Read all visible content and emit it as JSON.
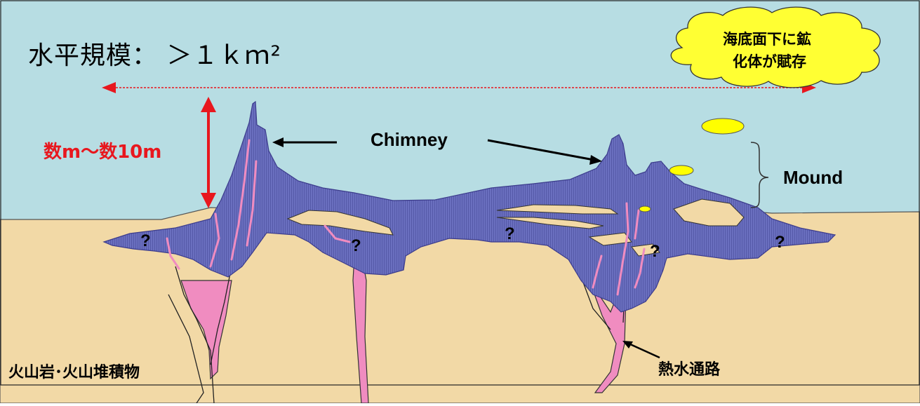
{
  "title": "水平規模： ＞１ｋｍ²",
  "callout": {
    "line1": "海底面下に鉱",
    "line2": "化体が賦存"
  },
  "height_label": "数m～数10m",
  "chimney_label": "Chimney",
  "mound_label": "Mound",
  "rock_label": "火山岩･火山堆積物",
  "channel_label": "熱水通路",
  "question_mark": "?",
  "colors": {
    "seawater": "#b7dde3",
    "sediment": "#f2d9a6",
    "ore_body": "#6a6fbf",
    "hydrothermal_channel": "#f08cc0",
    "scale_arrow": "#e8171e",
    "callout_fill": "#ffff33",
    "sulfide_patch": "#ffff00"
  }
}
